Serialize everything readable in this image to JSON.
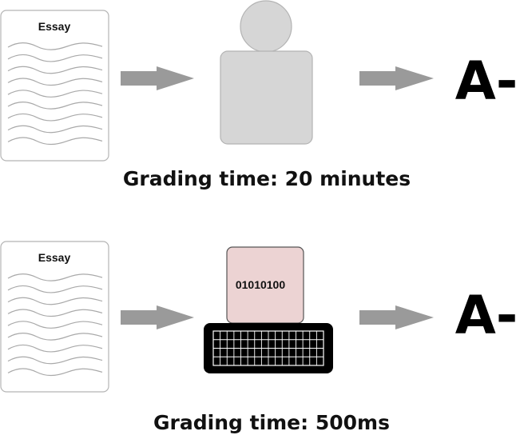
{
  "colors": {
    "arrow": "#9a9a9a",
    "person": "#d6d6d6",
    "person_outline": "#b3b3b3",
    "monitor": "#ecd3d3",
    "keyboard": "#000000"
  },
  "rows": [
    {
      "essay_title": "Essay",
      "grader_icon": "person-icon",
      "grade": "A-",
      "caption": "Grading time: 20 minutes"
    },
    {
      "essay_title": "Essay",
      "grader_icon": "computer-icon",
      "screen_text": "01010100",
      "grade": "A-",
      "caption": "Grading time: 500ms"
    }
  ]
}
